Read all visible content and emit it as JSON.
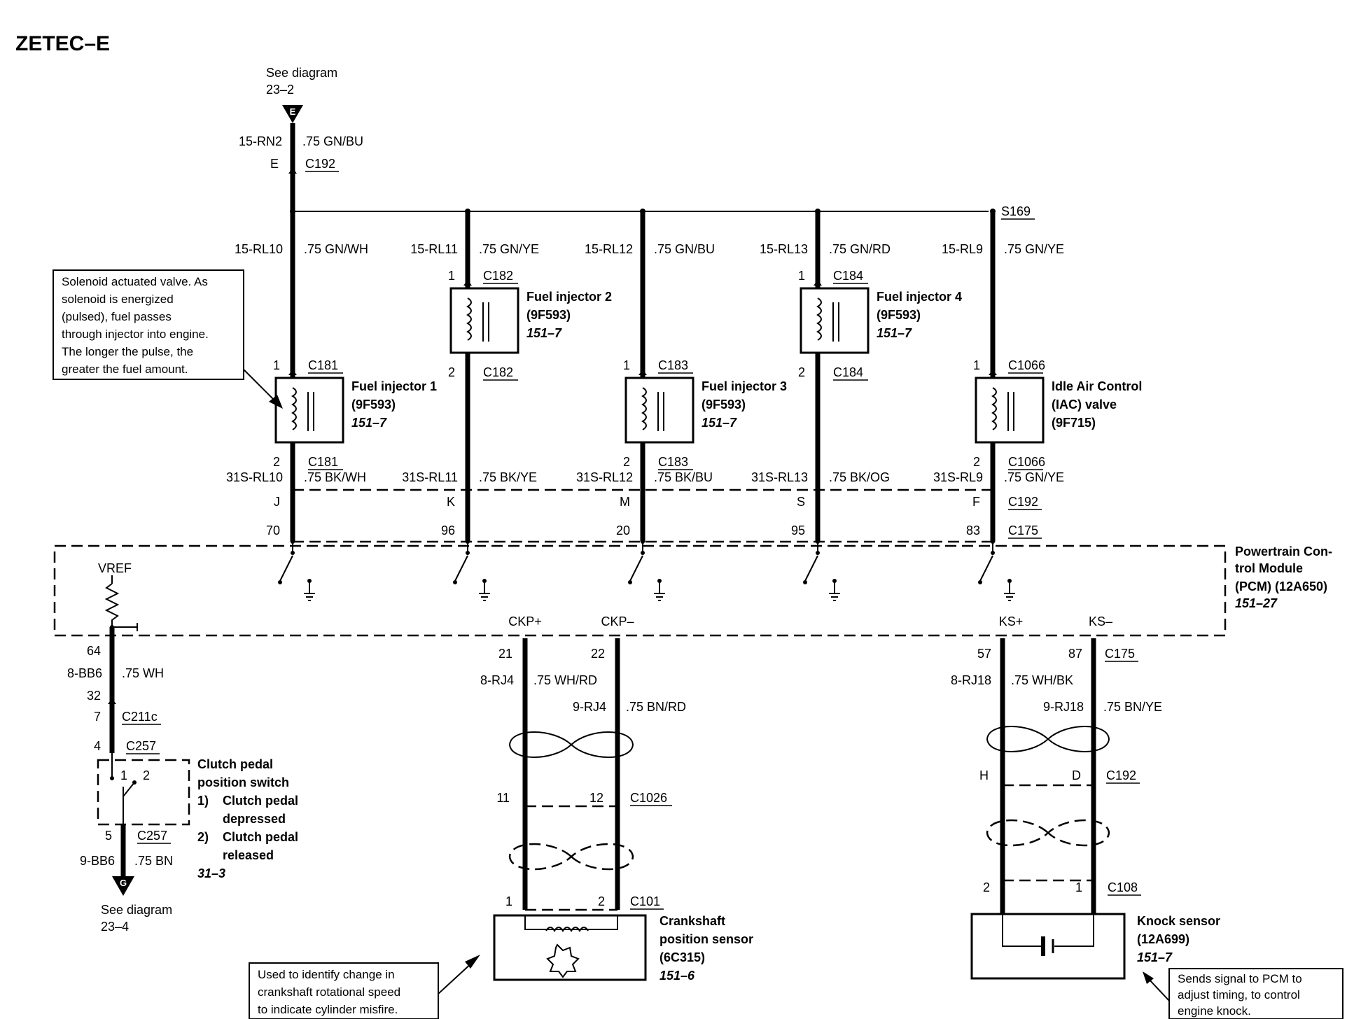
{
  "title": "ZETEC–E",
  "ref_top": {
    "line1": "See diagram",
    "line2": "23–2",
    "letter": "E"
  },
  "ref_bottom": {
    "line1": "See diagram",
    "line2": "23–4",
    "letter": "G"
  },
  "feed": {
    "circuit": "15-RN2",
    "wire": ".75 GN/BU",
    "pin": "E",
    "conn": "C192"
  },
  "splice": "S169",
  "columns": [
    {
      "circuit": "15-RL10",
      "wire": ".75 GN/WH",
      "pin1": "1",
      "conn1": "C181",
      "pin2": "2",
      "conn2": "C181",
      "name": [
        "Fuel injector 1",
        "(9F593)"
      ],
      "ref": "151–7",
      "ret_circuit": "31S-RL10",
      "ret_wire": ".75 BK/WH",
      "c192_pin": "J",
      "pcm_pin": "70"
    },
    {
      "circuit": "15-RL11",
      "wire": ".75 GN/YE",
      "pin1": "1",
      "conn1": "C182",
      "pin2": "2",
      "conn2": "C182",
      "name": [
        "Fuel injector 2",
        "(9F593)"
      ],
      "ref": "151–7",
      "ret_circuit": "31S-RL11",
      "ret_wire": ".75 BK/YE",
      "c192_pin": "K",
      "pcm_pin": "96"
    },
    {
      "circuit": "15-RL12",
      "wire": ".75 GN/BU",
      "pin1": "1",
      "conn1": "C183",
      "pin2": "2",
      "conn2": "C183",
      "name": [
        "Fuel injector 3",
        "(9F593)"
      ],
      "ref": "151–7",
      "ret_circuit": "31S-RL12",
      "ret_wire": ".75 BK/BU",
      "c192_pin": "M",
      "pcm_pin": "20"
    },
    {
      "circuit": "15-RL13",
      "wire": ".75 GN/RD",
      "pin1": "1",
      "conn1": "C184",
      "pin2": "2",
      "conn2": "C184",
      "name": [
        "Fuel injector 4",
        "(9F593)"
      ],
      "ref": "151–7",
      "ret_circuit": "31S-RL13",
      "ret_wire": ".75 BK/OG",
      "c192_pin": "S",
      "pcm_pin": "95"
    },
    {
      "circuit": "15-RL9",
      "wire": ".75 GN/YE",
      "pin1": "1",
      "conn1": "C1066",
      "pin2": "2",
      "conn2": "C1066",
      "name": [
        "Idle Air Control",
        "(IAC) valve",
        "(9F715)"
      ],
      "ref": "",
      "ret_circuit": "31S-RL9",
      "ret_wire": ".75 GN/YE",
      "c192_pin": "F",
      "pcm_pin": "83"
    }
  ],
  "c192_label": "C192",
  "c175_label": "C175",
  "pcm": {
    "name": [
      "Powertrain Con-",
      "trol Module",
      "(PCM) (12A650)"
    ],
    "ref": "151–27",
    "vref": "VREF",
    "ckp_pos": "CKP+",
    "ckp_neg": "CKP–",
    "ks_pos": "KS+",
    "ks_neg": "KS–"
  },
  "injector_note": [
    "Solenoid actuated valve. As",
    "solenoid is energized",
    "(pulsed), fuel passes",
    "through injector into engine.",
    "The longer the pulse, the",
    "greater the fuel amount."
  ],
  "clutch": {
    "pin_pcm": "64",
    "circuit1": "8-BB6",
    "wire1": ".75 WH",
    "pin32": "32",
    "pin7": "7",
    "conn_c211c": "C211c",
    "pin4": "4",
    "conn_c257_top": "C257",
    "sw_pin1": "1",
    "sw_pin2": "2",
    "name": [
      "Clutch pedal",
      "position switch"
    ],
    "states": [
      {
        "num": "1)",
        "text": [
          "Clutch pedal",
          "depressed"
        ]
      },
      {
        "num": "2)",
        "text": [
          "Clutch pedal",
          "released"
        ]
      }
    ],
    "ref": "31–3",
    "pin5": "5",
    "conn_c257_bot": "C257",
    "circuit2": "9-BB6",
    "wire2": ".75 BN"
  },
  "ckp": {
    "pin_pos": "21",
    "pin_neg": "22",
    "circuit_pos": "8-RJ4",
    "wire_pos": ".75 WH/RD",
    "circuit_neg": "9-RJ4",
    "wire_neg": ".75 BN/RD",
    "mid_pin_pos": "11",
    "mid_pin_neg": "12",
    "mid_conn": "C1026",
    "sensor_pin1": "1",
    "sensor_pin2": "2",
    "sensor_conn": "C101",
    "name": [
      "Crankshaft",
      "position sensor",
      "(6C315)"
    ],
    "ref": "151–6",
    "note": [
      "Used to identify change in",
      "crankshaft rotational speed",
      "to indicate cylinder misfire."
    ]
  },
  "ks": {
    "pin_pos": "57",
    "pin_neg": "87",
    "pcm_conn": "C175",
    "circuit_pos": "8-RJ18",
    "wire_pos": ".75 WH/BK",
    "circuit_neg": "9-RJ18",
    "wire_neg": ".75 BN/YE",
    "mid_pin_pos": "H",
    "mid_pin_neg": "D",
    "mid_conn": "C192",
    "sensor_pin_pos": "2",
    "sensor_pin_neg": "1",
    "sensor_conn": "C108",
    "name": [
      "Knock sensor",
      "(12A699)"
    ],
    "ref": "151–7",
    "note": [
      "Sends signal to PCM to",
      "adjust timing, to control",
      "engine knock."
    ]
  }
}
